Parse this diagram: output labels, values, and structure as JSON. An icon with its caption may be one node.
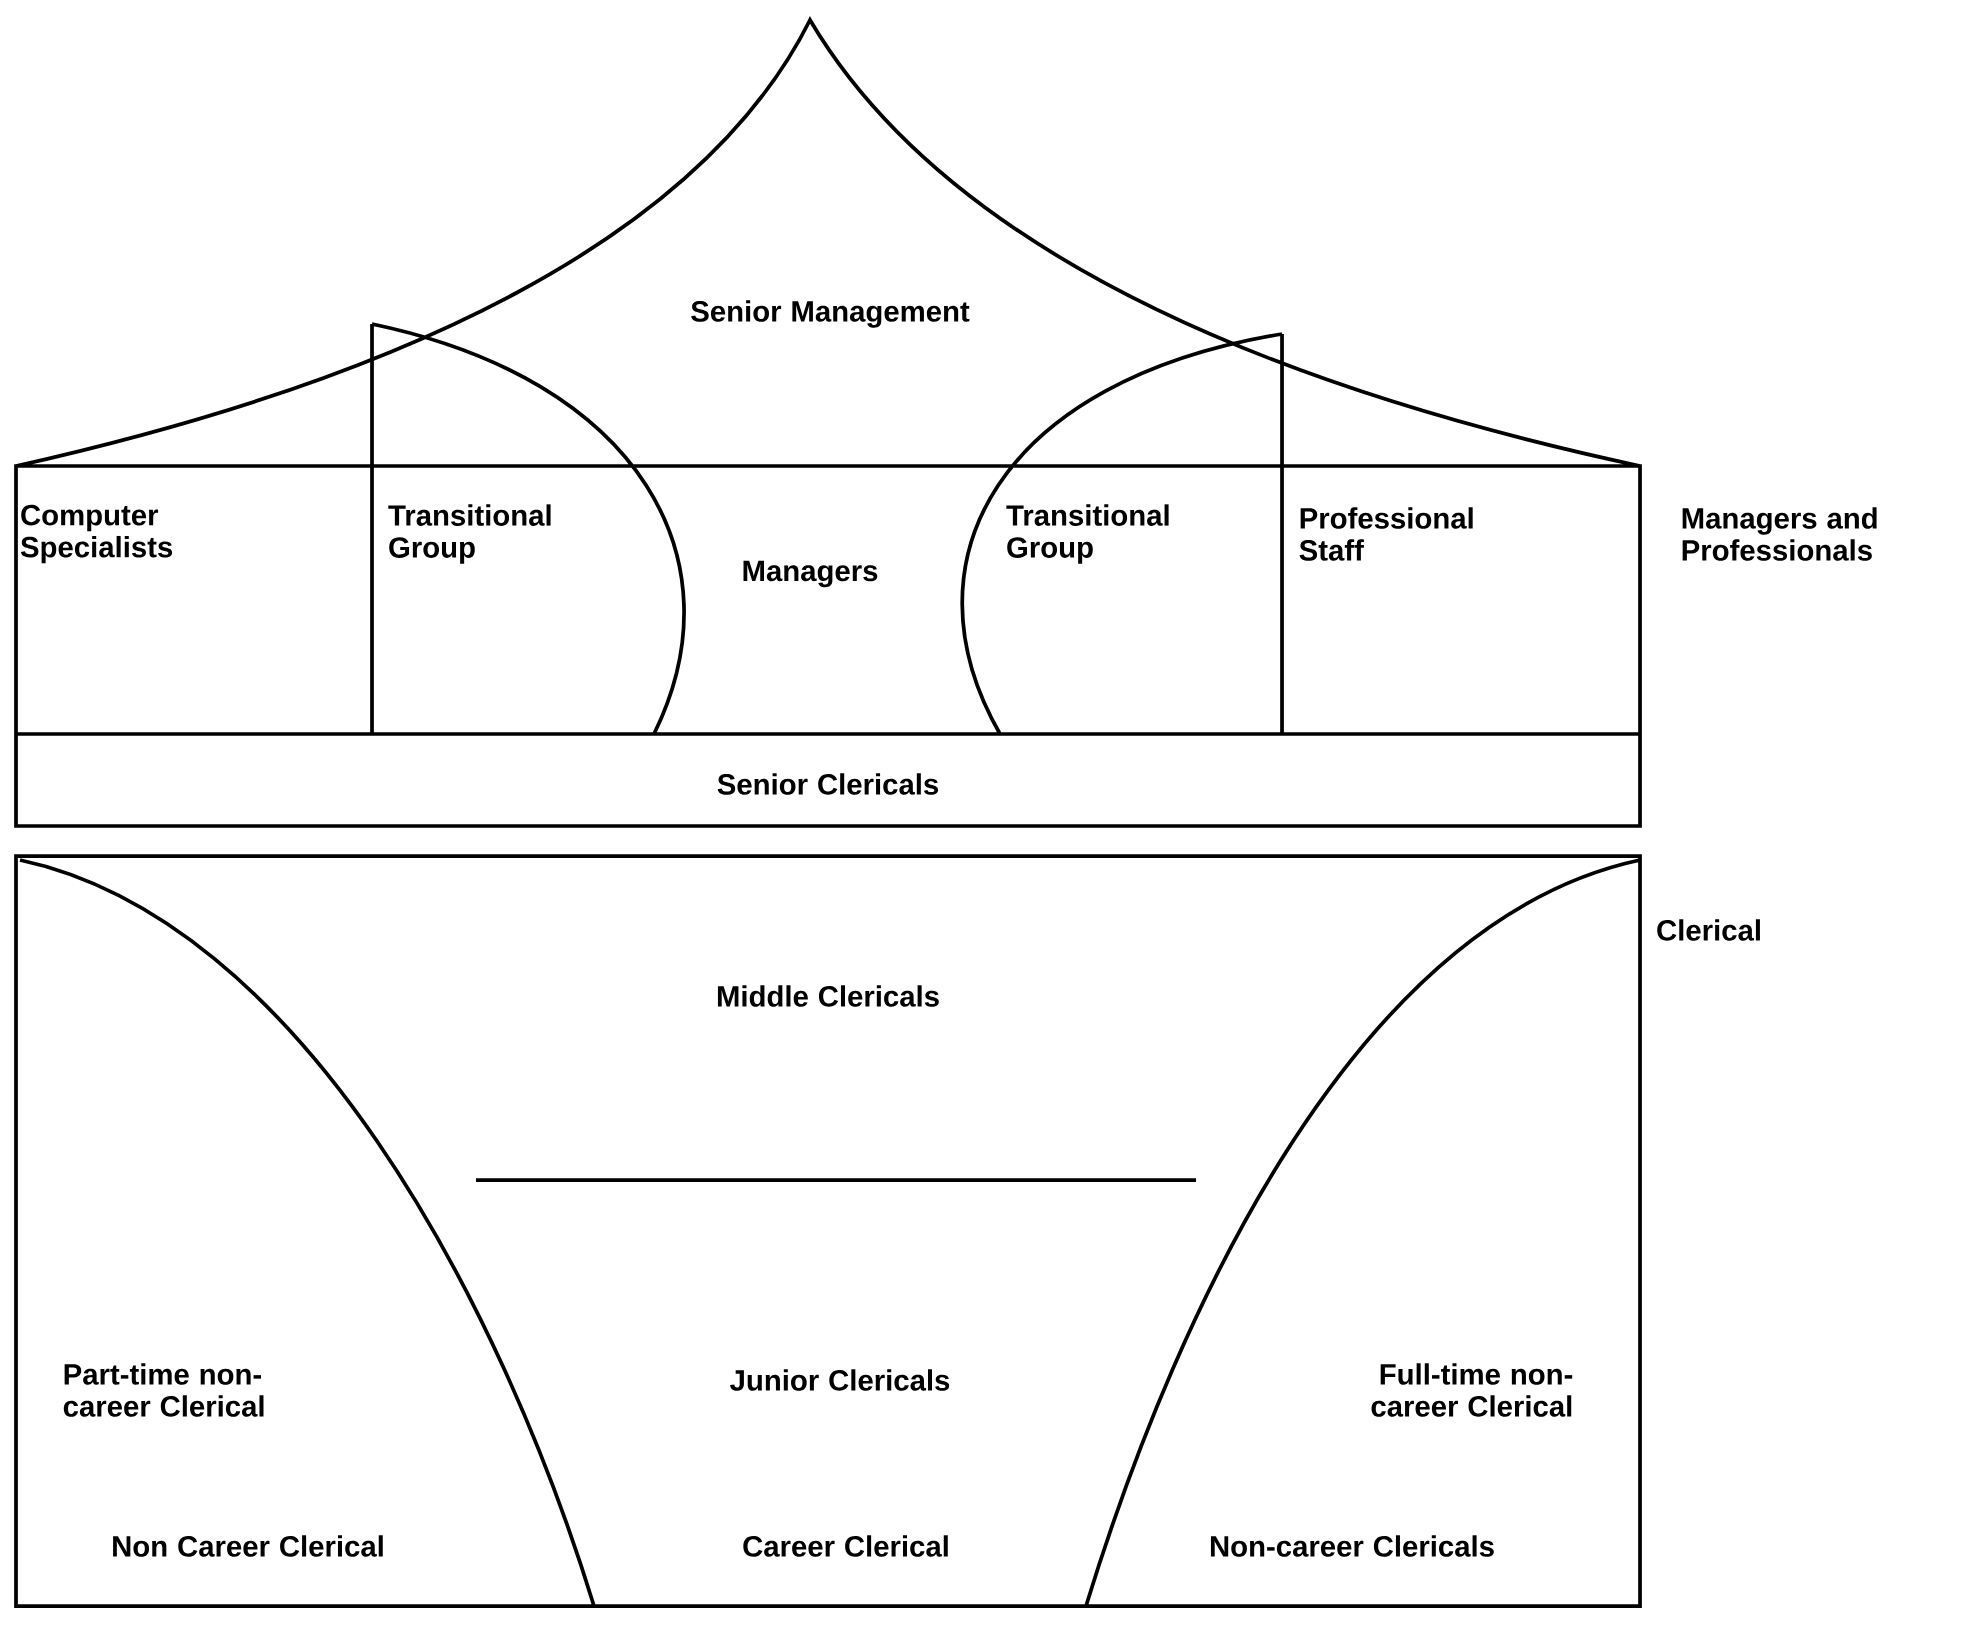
{
  "diagram": {
    "nodes": [
      {
        "text": [
          "Senior Management"
        ]
      },
      {
        "text": [
          "Computer Specialists"
        ]
      },
      {
        "text": [
          "Transitional Group"
        ]
      },
      {
        "text": [
          "Managers"
        ]
      },
      {
        "text": [
          "Transitional Group"
        ]
      },
      {
        "text": [
          "Professional Staff"
        ]
      },
      {
        "text": [
          "Senior Clericals"
        ]
      },
      {
        "text": [
          "Middle Clericals"
        ]
      },
      {
        "text": [
          "Part-time non-career Clerical"
        ]
      },
      {
        "text": [
          "Junior Clericals"
        ]
      },
      {
        "text": [
          "Full-time non-career Clerical"
        ]
      }
    ],
    "labels": [
      "Managers and Professionals",
      "Clerical",
      "Non Career Clerical",
      "Career Clerical",
      "Non-career Clericals"
    ]
  }
}
